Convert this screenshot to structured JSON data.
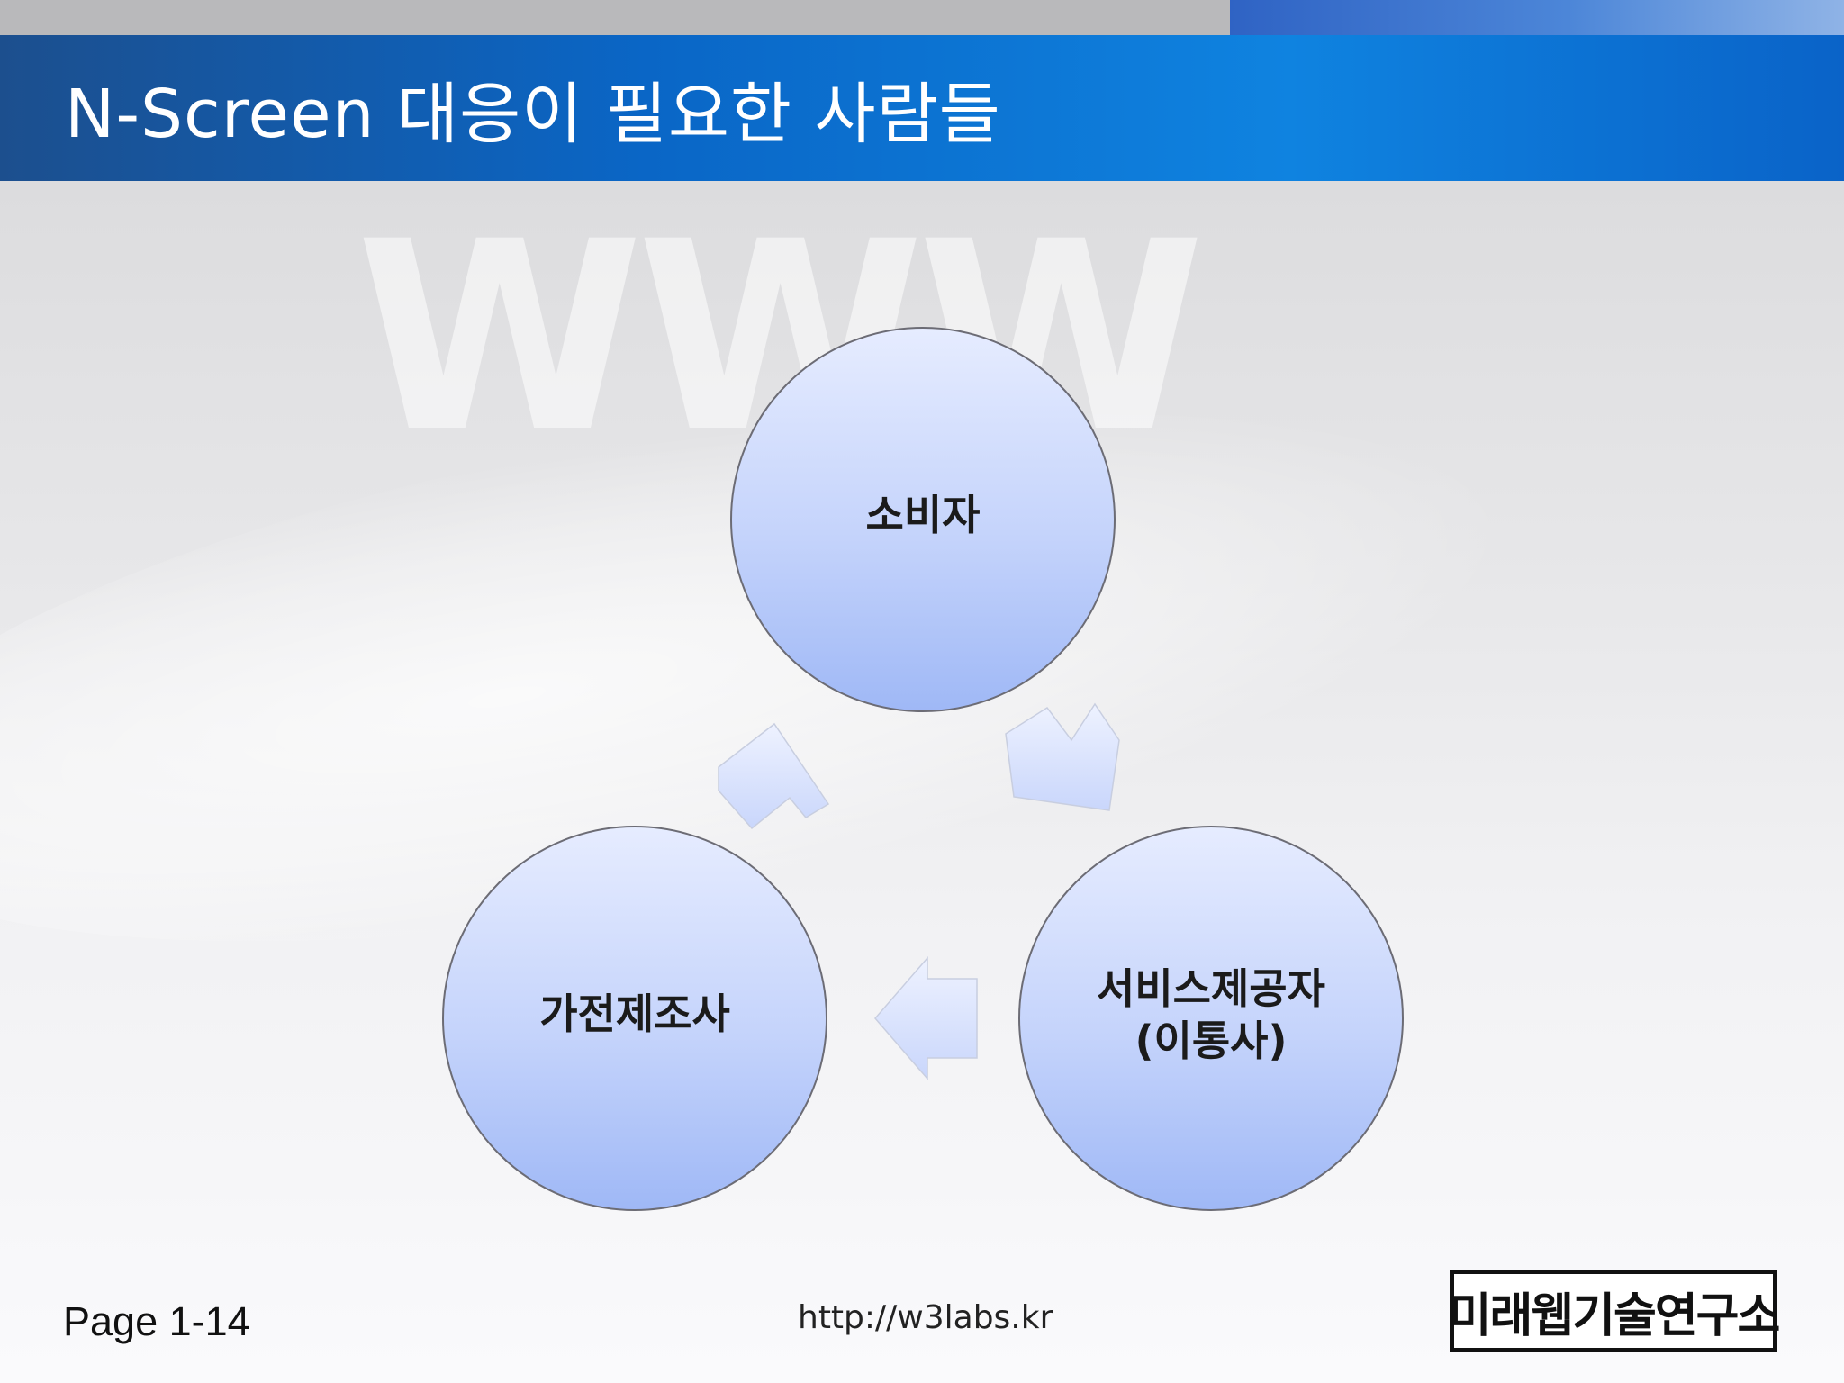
{
  "slide": {
    "title": "N-Screen 대응이 필요한 사람들",
    "watermark": "WWW"
  },
  "diagram": {
    "nodes": {
      "top": {
        "label": "소비자"
      },
      "bottom_right": {
        "line1": "서비스제공자",
        "line2": "(이통사)"
      },
      "bottom_left": {
        "label": "가전제조사"
      }
    }
  },
  "footer": {
    "page": "Page 1-14",
    "url": "http://w3labs.kr",
    "logo": "미래웹기술연구소"
  },
  "colors": {
    "title_bar": "#0a66c6",
    "circle_fill_top": "#e6ecff",
    "circle_fill_bottom": "#9fb8f6",
    "circle_stroke": "#6c6c75"
  }
}
